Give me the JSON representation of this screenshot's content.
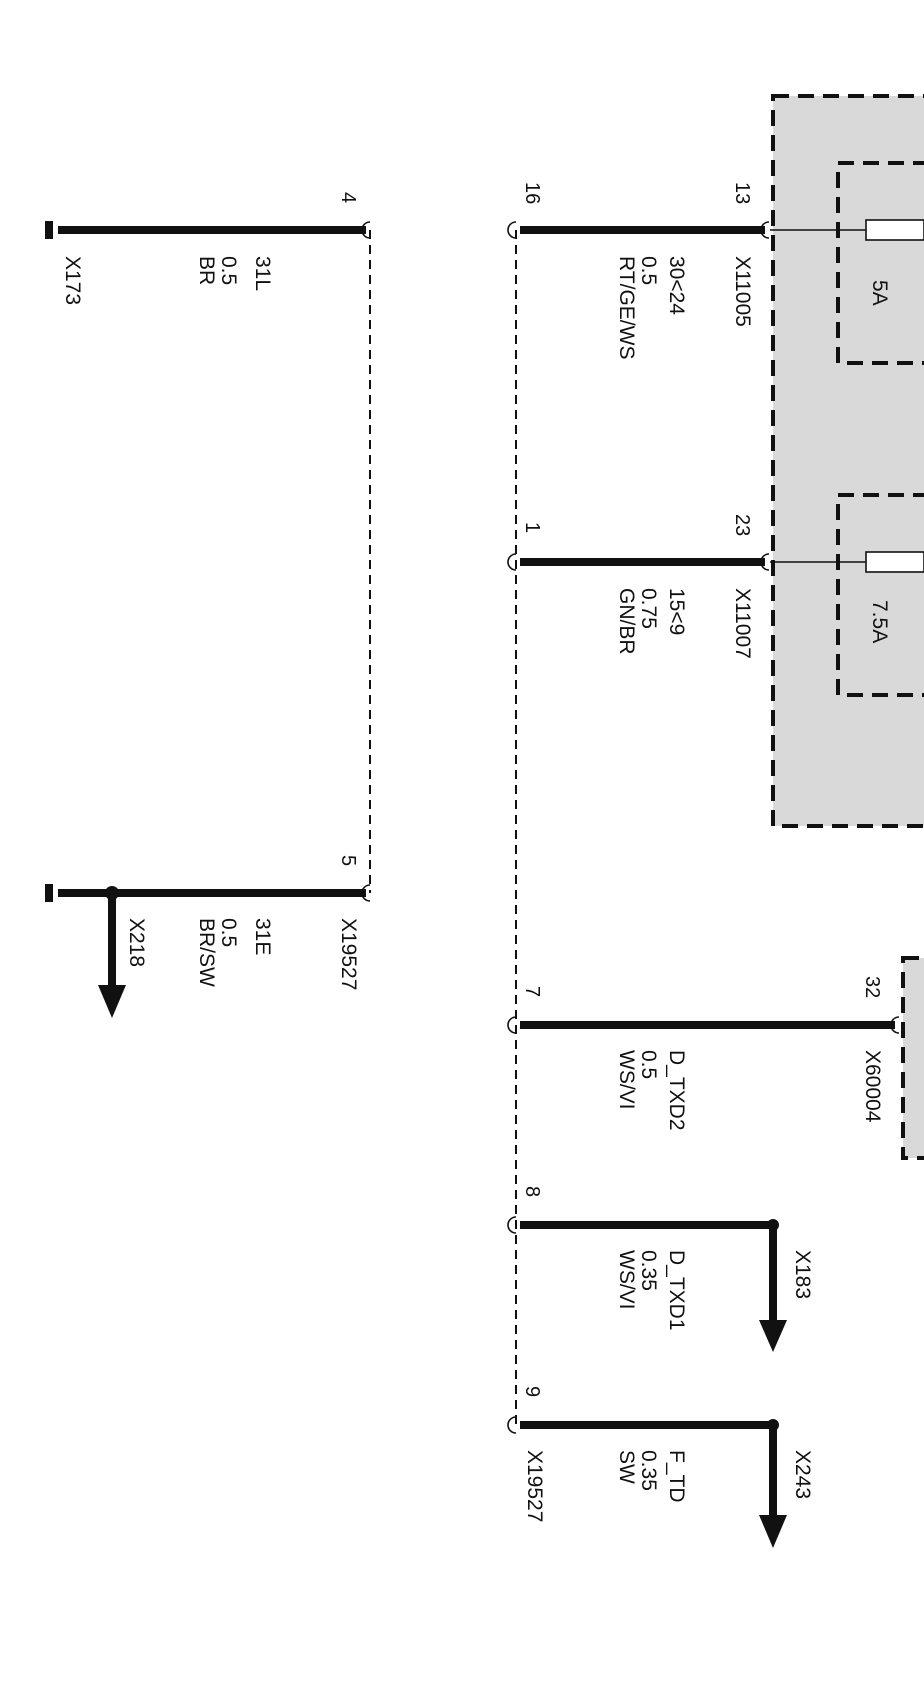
{
  "colors": {
    "module_fill": "#d9d9d9",
    "line": "#111111",
    "background": "#ffffff"
  },
  "fuses": [
    {
      "rating": "5A"
    },
    {
      "rating": "7.5A"
    }
  ],
  "connectors": {
    "left_ground": "X173",
    "left_ground_2": "X218",
    "bottom_left_connector": "X19527",
    "bottom_right_connector": "X19527",
    "fuse_5a_connector": "X11005",
    "fuse_75a_connector": "X11007",
    "module_connector": "X60004",
    "arrow_txd1": "X183",
    "arrow_ftd": "X243"
  },
  "pins": {
    "p4": "4",
    "p5": "5",
    "p16": "16",
    "p13": "13",
    "p1": "1",
    "p23": "23",
    "p7": "7",
    "p32": "32",
    "p8": "8",
    "p9": "9"
  },
  "wires": [
    {
      "signal": "31L",
      "gauge": "0.5",
      "color": "BR"
    },
    {
      "signal": "31E",
      "gauge": "0.5",
      "color": "BR/SW"
    },
    {
      "signal": "30<24",
      "gauge": "0.5",
      "color": "RT/GE/WS"
    },
    {
      "signal": "15<9",
      "gauge": "0.75",
      "color": "GN/BR"
    },
    {
      "signal": "D_TXD2",
      "gauge": "0.5",
      "color": "WS/VI"
    },
    {
      "signal": "D_TXD1",
      "gauge": "0.35",
      "color": "WS/VI"
    },
    {
      "signal": "F_TD",
      "gauge": "0.35",
      "color": "SW"
    }
  ]
}
